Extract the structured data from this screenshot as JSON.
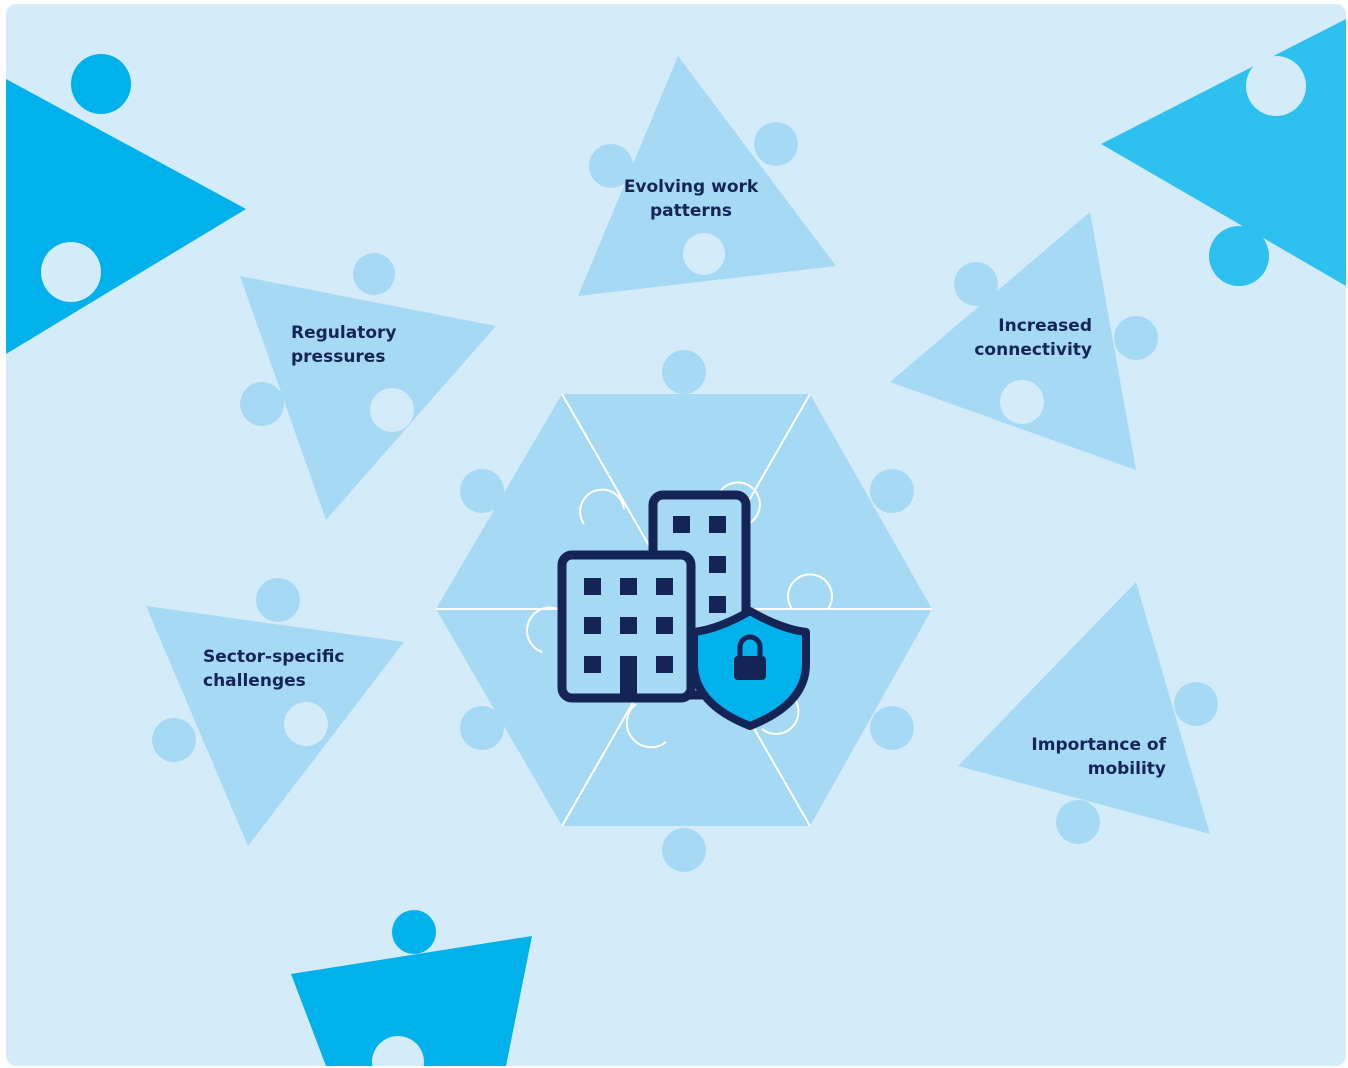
{
  "colors": {
    "background": "#d4ecfa",
    "piece_light": "#a6d9f4",
    "piece_bright": "#00b1eb",
    "piece_bright_alt": "#2ec1ef",
    "seam": "#ffffff",
    "icon_dark": "#152456",
    "icon_fill": "#a6d9f4",
    "shield_fill": "#00b1eb",
    "text": "#152456"
  },
  "center_icon": {
    "name": "building-with-shield-lock-icon"
  },
  "pieces": [
    {
      "id": "evolving-work-patterns",
      "label": "Evolving work\npatterns"
    },
    {
      "id": "regulatory-pressures",
      "label": "Regulatory\npressures"
    },
    {
      "id": "increased-connectivity",
      "label": "Increased\nconnectivity"
    },
    {
      "id": "sector-specific-challenges",
      "label": "Sector-specific\nchallenges"
    },
    {
      "id": "importance-of-mobility",
      "label": "Importance of\nmobility"
    }
  ]
}
